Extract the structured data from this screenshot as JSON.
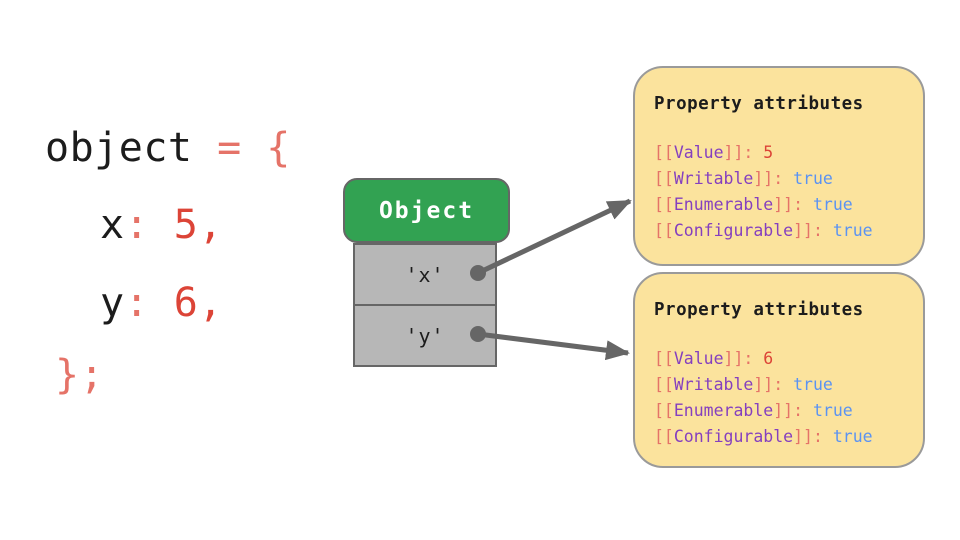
{
  "colors": {
    "ink": "#1c1c1c",
    "salmon": "#e57368",
    "red": "#dc4437",
    "purple": "#8540bf",
    "blue": "#5b93f2",
    "green": "#32a252",
    "gray-fill": "#b7b7b7",
    "gray-border": "#666666",
    "yellow-fill": "#fbe39d",
    "yellow-border": "#9a9a9a",
    "arrow": "#666666"
  },
  "code": {
    "lines": [
      [
        {
          "text": "object",
          "color": "ink"
        },
        {
          "text": " = {",
          "color": "salmon"
        }
      ],
      [
        {
          "text": "x",
          "color": "ink"
        },
        {
          "text": ": ",
          "color": "salmon"
        },
        {
          "text": "5,",
          "color": "red"
        }
      ],
      [
        {
          "text": "y",
          "color": "ink"
        },
        {
          "text": ": ",
          "color": "salmon"
        },
        {
          "text": "6,",
          "color": "red"
        }
      ],
      [
        {
          "text": "};",
          "color": "salmon"
        }
      ]
    ]
  },
  "object_box": {
    "title": "Object",
    "rows": [
      {
        "label": "'x'"
      },
      {
        "label": "'y'"
      }
    ]
  },
  "attribute_boxes": [
    {
      "title": "Property attributes",
      "lines": [
        [
          {
            "text": "[[",
            "color": "salmon"
          },
          {
            "text": "Value",
            "color": "purple"
          },
          {
            "text": "]]",
            "color": "salmon"
          },
          {
            "text": ": ",
            "color": "salmon"
          },
          {
            "text": "5",
            "color": "red"
          }
        ],
        [
          {
            "text": "[[",
            "color": "salmon"
          },
          {
            "text": "Writable",
            "color": "purple"
          },
          {
            "text": "]]",
            "color": "salmon"
          },
          {
            "text": ": ",
            "color": "salmon"
          },
          {
            "text": "true",
            "color": "blue"
          }
        ],
        [
          {
            "text": "[[",
            "color": "salmon"
          },
          {
            "text": "Enumerable",
            "color": "purple"
          },
          {
            "text": "]]",
            "color": "salmon"
          },
          {
            "text": ": ",
            "color": "salmon"
          },
          {
            "text": "true",
            "color": "blue"
          }
        ],
        [
          {
            "text": "[[",
            "color": "salmon"
          },
          {
            "text": "Configurable",
            "color": "purple"
          },
          {
            "text": "]]",
            "color": "salmon"
          },
          {
            "text": ": ",
            "color": "salmon"
          },
          {
            "text": "true",
            "color": "blue"
          }
        ]
      ]
    },
    {
      "title": "Property attributes",
      "lines": [
        [
          {
            "text": "[[",
            "color": "salmon"
          },
          {
            "text": "Value",
            "color": "purple"
          },
          {
            "text": "]]",
            "color": "salmon"
          },
          {
            "text": ": ",
            "color": "salmon"
          },
          {
            "text": "6",
            "color": "red"
          }
        ],
        [
          {
            "text": "[[",
            "color": "salmon"
          },
          {
            "text": "Writable",
            "color": "purple"
          },
          {
            "text": "]]",
            "color": "salmon"
          },
          {
            "text": ": ",
            "color": "salmon"
          },
          {
            "text": "true",
            "color": "blue"
          }
        ],
        [
          {
            "text": "[[",
            "color": "salmon"
          },
          {
            "text": "Enumerable",
            "color": "purple"
          },
          {
            "text": "]]",
            "color": "salmon"
          },
          {
            "text": ": ",
            "color": "salmon"
          },
          {
            "text": "true",
            "color": "blue"
          }
        ],
        [
          {
            "text": "[[",
            "color": "salmon"
          },
          {
            "text": "Configurable",
            "color": "purple"
          },
          {
            "text": "]]",
            "color": "salmon"
          },
          {
            "text": ": ",
            "color": "salmon"
          },
          {
            "text": "true",
            "color": "blue"
          }
        ]
      ]
    }
  ]
}
